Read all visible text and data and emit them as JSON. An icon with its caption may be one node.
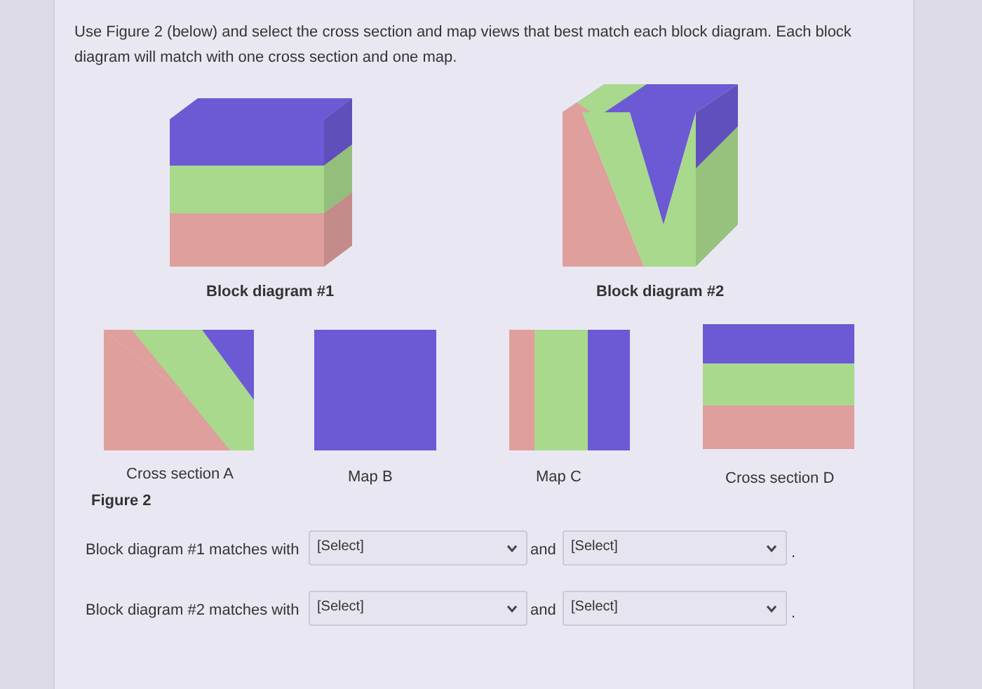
{
  "diagram": {
    "labels": [
      "Use Figure 2 (below) and select the cross section and map views that best match each block diagram. Each block diagram will match with one cross section and one map.",
      "Block diagram #1",
      "Block diagram #2",
      "Cross section A",
      "Map B",
      "Map C",
      "Cross section D",
      "Figure 2",
      "Block diagram #1 matches with",
      "[Select]",
      "and",
      "[Select]",
      ".",
      "Block diagram #2 matches with",
      "[Select]",
      "and",
      "[Select]",
      "."
    ]
  }
}
